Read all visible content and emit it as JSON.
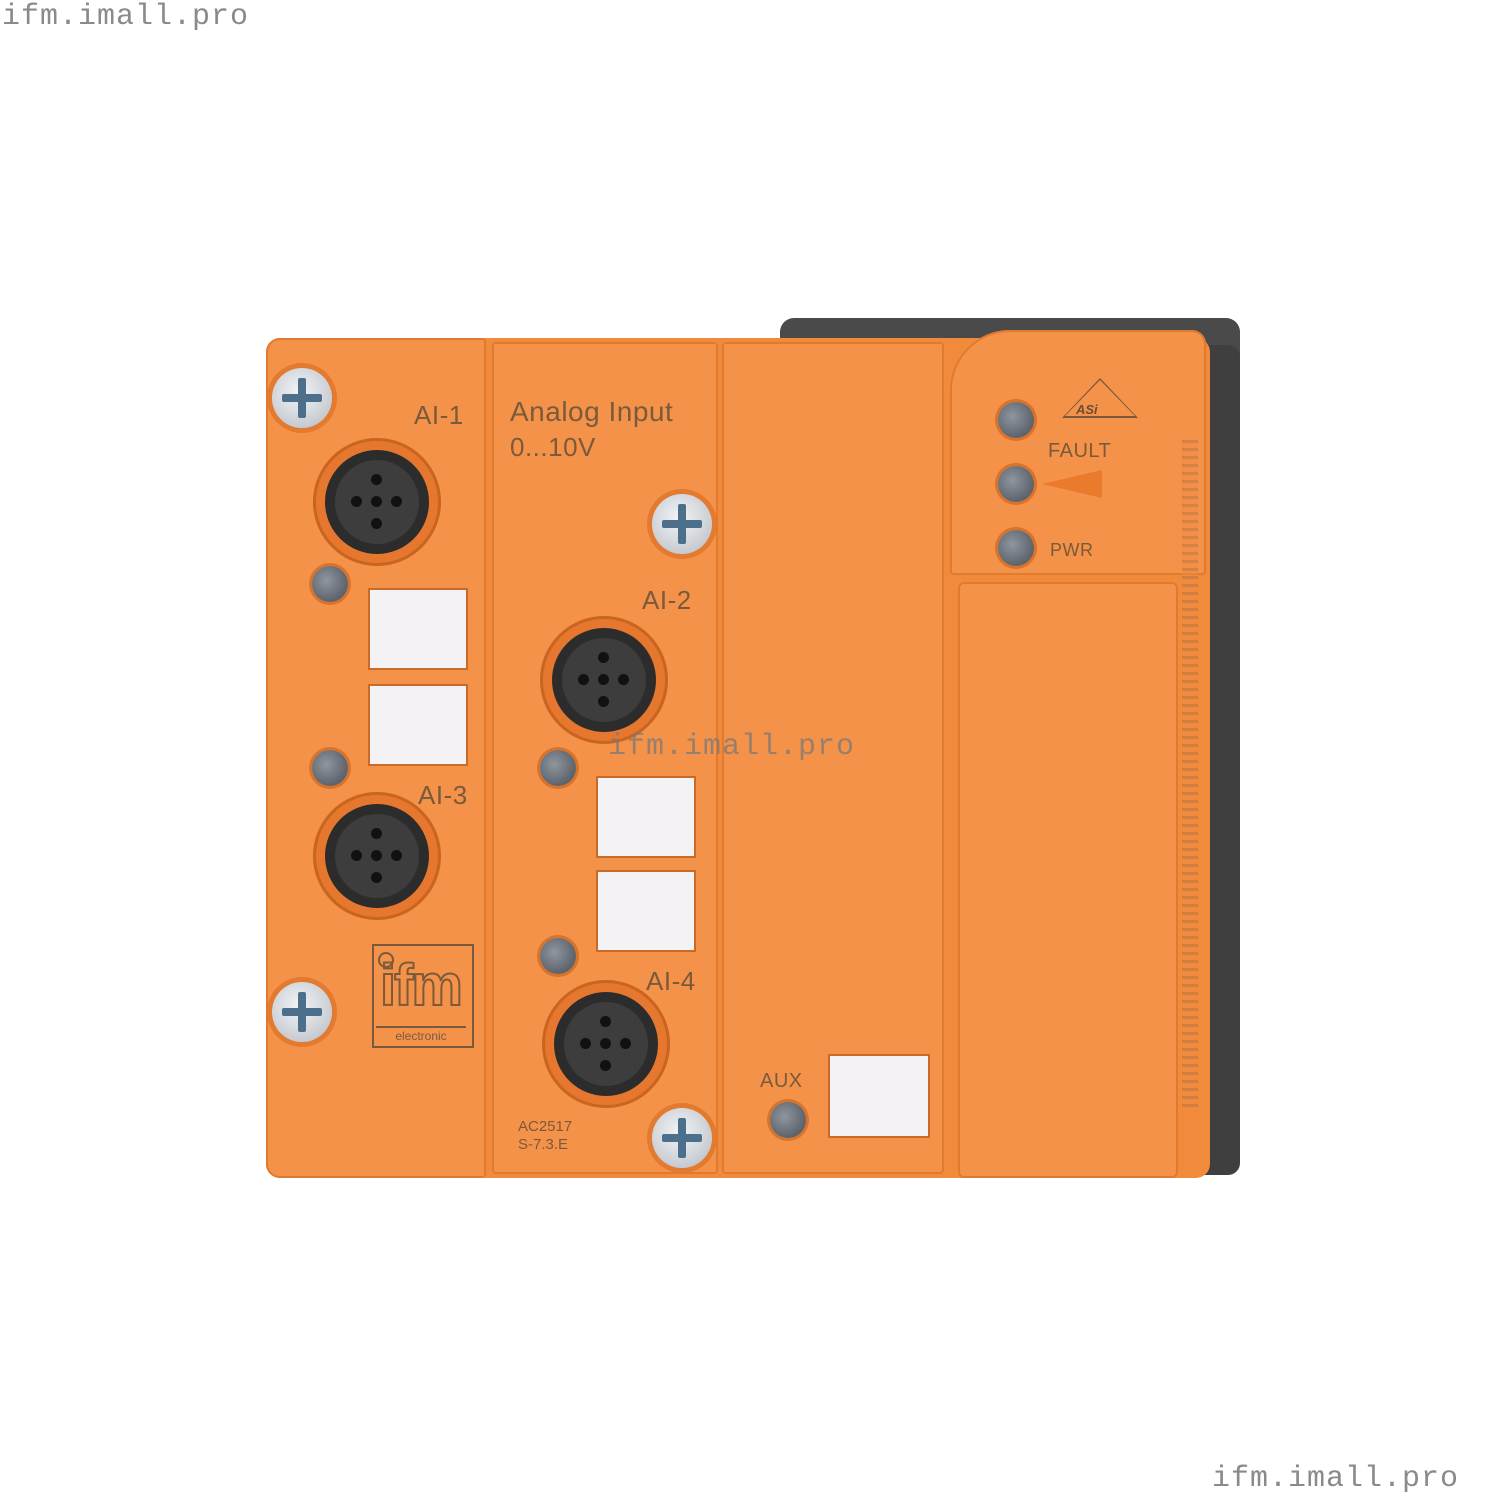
{
  "watermarks": {
    "top_left": "ifm.imall.pro",
    "center": "ifm.imall.pro",
    "bottom_right": "ifm.imall.pro"
  },
  "device": {
    "brand_logo": "ifm",
    "brand_sub": "electronic",
    "title_line1": "Analog Input",
    "title_line2": "0...10V",
    "model": "AC2517",
    "version": "S-7.3.E",
    "certification_icon": "asi-logo",
    "colors": {
      "housing": "#f28a3c",
      "backplate": "#4a4a4a",
      "led": "#6b727a",
      "label_text": "#7a5a3a"
    },
    "channels": [
      {
        "label": "AI-1"
      },
      {
        "label": "AI-2"
      },
      {
        "label": "AI-3"
      },
      {
        "label": "AI-4"
      }
    ],
    "status_leds": [
      {
        "label": ""
      },
      {
        "label": "FAULT"
      },
      {
        "label": "PWR"
      }
    ],
    "aux_label": "AUX"
  }
}
